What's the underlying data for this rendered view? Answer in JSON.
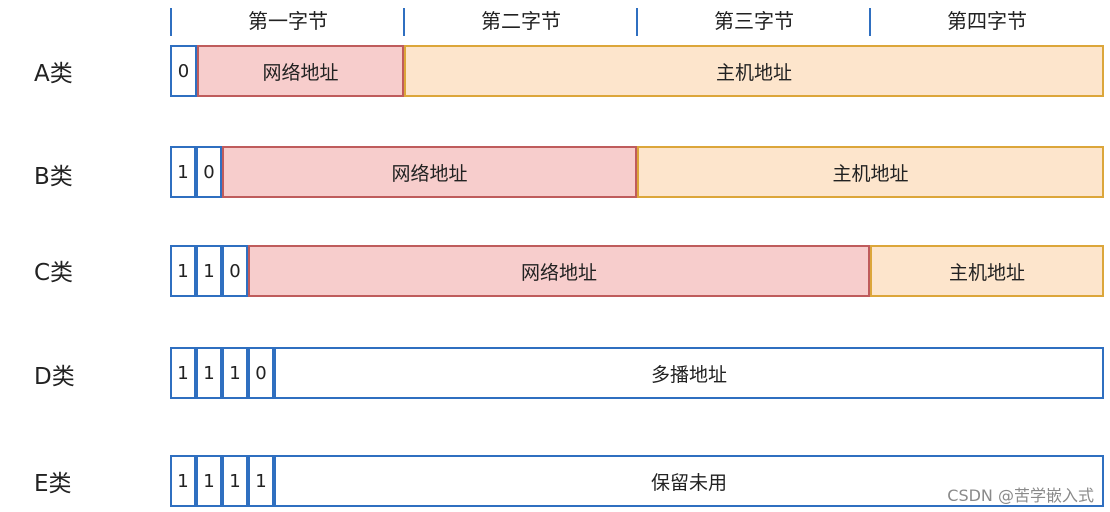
{
  "header": {
    "bytes": [
      "第一字节",
      "第二字节",
      "第三字节",
      "第四字节"
    ]
  },
  "rows": [
    {
      "label": "A类",
      "bits": [
        "0"
      ],
      "network": "网络地址",
      "host": "主机地址"
    },
    {
      "label": "B类",
      "bits": [
        "1",
        "0"
      ],
      "network": "网络地址",
      "host": "主机地址"
    },
    {
      "label": "C类",
      "bits": [
        "1",
        "1",
        "0"
      ],
      "network": "网络地址",
      "host": "主机地址"
    },
    {
      "label": "D类",
      "bits": [
        "1",
        "1",
        "1",
        "0"
      ],
      "address": "多播地址"
    },
    {
      "label": "E类",
      "bits": [
        "1",
        "1",
        "1",
        "1"
      ],
      "address": "保留未用"
    }
  ],
  "watermark": "CSDN @苦学嵌入式",
  "colors": {
    "bit_border": "#2f6fc0",
    "network_fill": "#f7cdcc",
    "network_border": "#bf5c5c",
    "host_fill": "#fde5cc",
    "host_border": "#dca63a"
  }
}
